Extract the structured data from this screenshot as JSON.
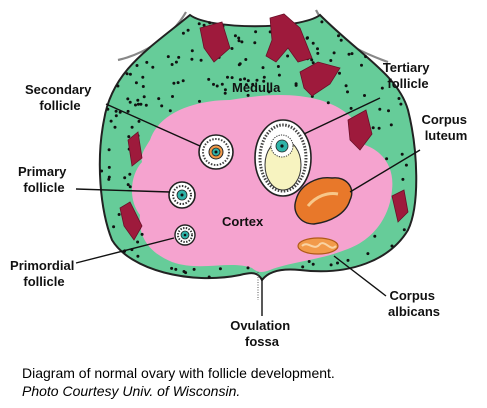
{
  "labels": {
    "medulla": "Medulla",
    "cortex": "Cortex",
    "secondary_follicle": [
      "Secondary",
      "follicle"
    ],
    "primary_follicle": [
      "Primary",
      "follicle"
    ],
    "primordial_follicle": [
      "Primordial",
      "follicle"
    ],
    "tertiary_follicle": [
      "Tertiary",
      "follicle"
    ],
    "corpus_luteum": [
      "Corpus",
      "luteum"
    ],
    "corpus_albicans": [
      "Corpus",
      "albicans"
    ],
    "ovulation_fossa": [
      "Ovulation",
      "fossa"
    ]
  },
  "caption": {
    "line1": "Diagram of normal ovary with follicle development.",
    "line2": "Photo Courtesy Univ. of Wisconsin."
  },
  "colors": {
    "medulla_green": "#66cc99",
    "cortex_pink": "#f5a3cf",
    "vessel_maroon": "#9e1a3c",
    "luteum_orange": "#e8782a",
    "albicans_orange": "#f29a4a",
    "antrum_cream": "#f7f3c0",
    "oocyte_teal": "#2fb3a8"
  }
}
